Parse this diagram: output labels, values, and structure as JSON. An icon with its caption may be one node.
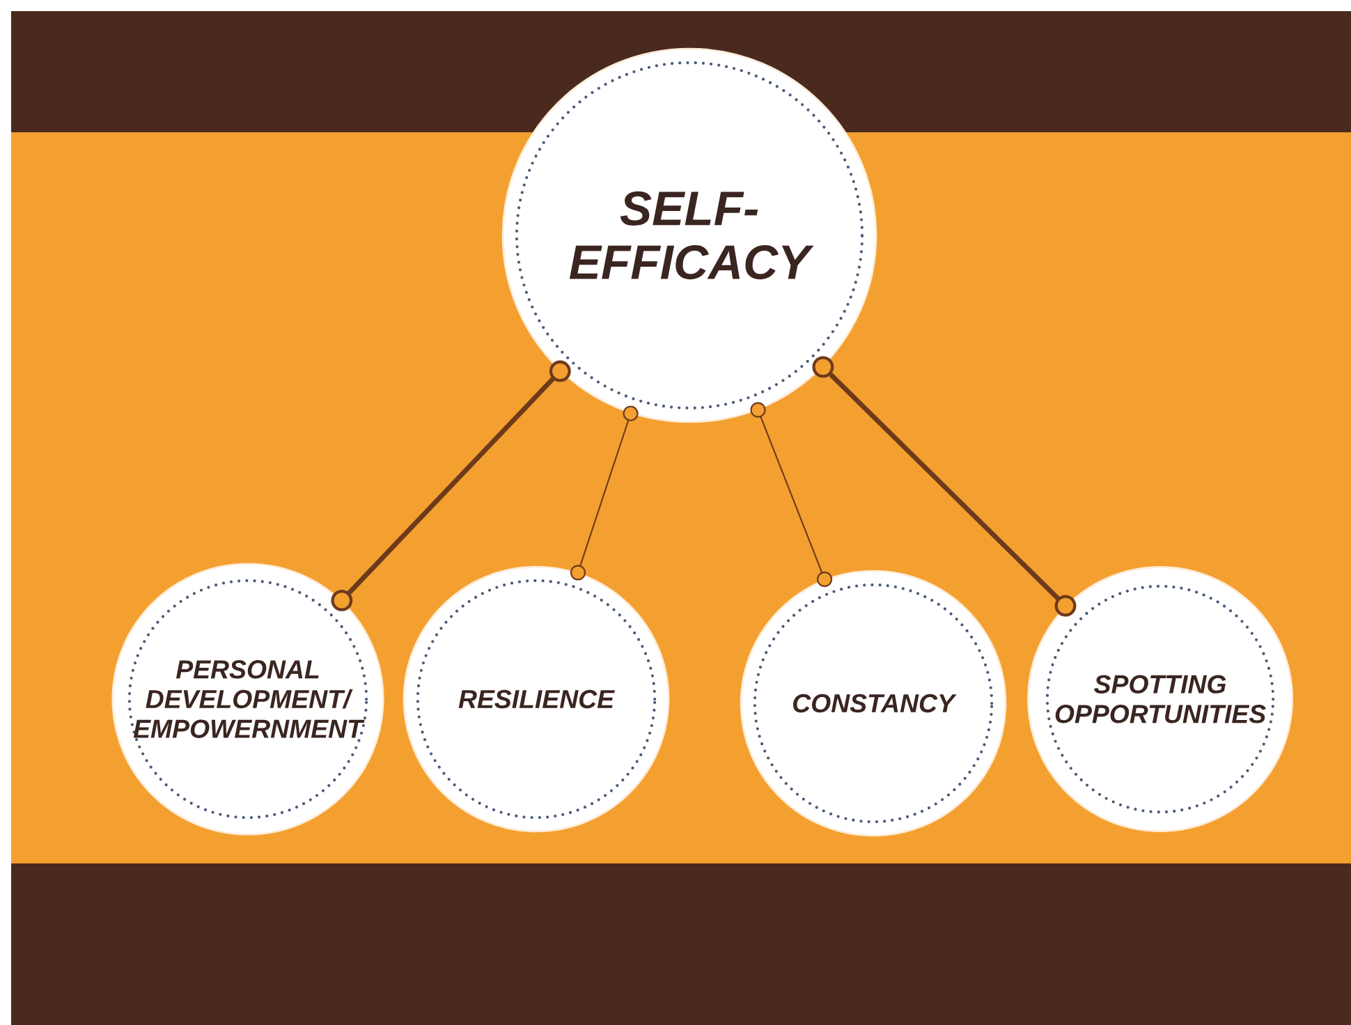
{
  "diagram": {
    "nodes": [
      {
        "text": [
          "SELF-EFFICACY"
        ]
      },
      {
        "text": [
          "PERSONAL DEVELOPMENT/ EMPOWERNMENT"
        ]
      },
      {
        "text": [
          "RESILIENCE"
        ]
      },
      {
        "text": [
          "CONSTANCY"
        ]
      },
      {
        "text": [
          "SPOTTING OPPORTUNITIES"
        ]
      }
    ],
    "edges": [
      {
        "from": 0,
        "to": 1,
        "arrow": "other",
        "style": "thick"
      },
      {
        "from": 0,
        "to": 2,
        "arrow": "other"
      },
      {
        "from": 0,
        "to": 3,
        "arrow": "other"
      },
      {
        "from": 0,
        "to": 4,
        "arrow": "other",
        "style": "thick"
      }
    ]
  }
}
